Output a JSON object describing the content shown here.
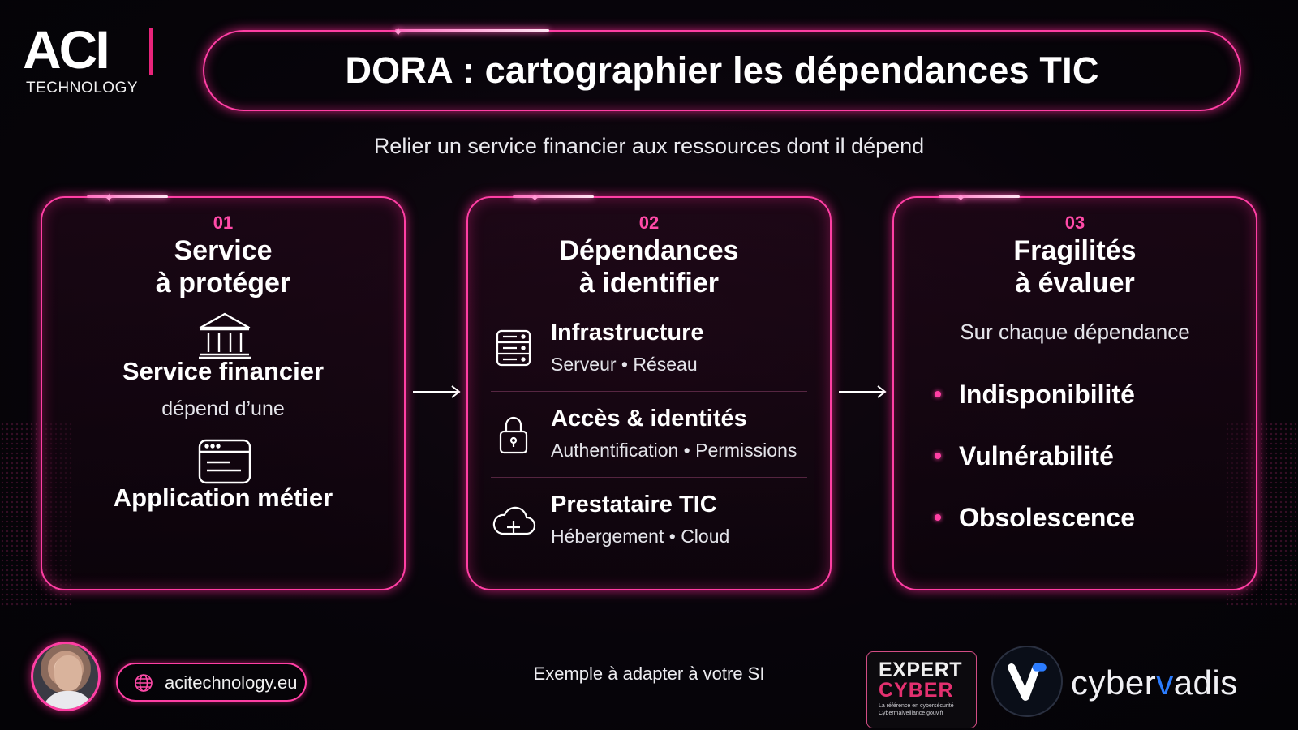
{
  "brand": {
    "logo_text": "ACI",
    "logo_subtext": "TECHNOLOGY"
  },
  "header": {
    "title": "DORA : cartographier les dépendances TIC",
    "subtitle": "Relier un service financier aux ressources dont il dépend"
  },
  "cards": [
    {
      "number": "01",
      "title_line1": "Service",
      "title_line2": "à protéger",
      "service_label": "Service financier",
      "relation_label": "dépend d’une",
      "application_label": "Application métier",
      "icons": [
        "bank-icon",
        "app-window-icon"
      ]
    },
    {
      "number": "02",
      "title_line1": "Dépendances",
      "title_line2": "à identifier",
      "items": [
        {
          "title": "Infrastructure",
          "subtitle": "Serveur • Réseau",
          "icon": "server-icon"
        },
        {
          "title": "Accès & identités",
          "subtitle": "Authentification • Permissions",
          "icon": "lock-icon"
        },
        {
          "title": "Prestataire TIC",
          "subtitle": "Hébergement • Cloud",
          "icon": "cloud-plus-icon"
        }
      ]
    },
    {
      "number": "03",
      "title_line1": "Fragilités",
      "title_line2": "à évaluer",
      "lead": "Sur chaque dépendance",
      "items": [
        "Indisponibilité",
        "Vulnérabilité",
        "Obsolescence"
      ]
    }
  ],
  "footer": {
    "url": "acitechnology.eu",
    "note": "Exemple à adapter à votre SI",
    "badge_line1": "EXPERT",
    "badge_line2": "CYBER",
    "badge_tagline": "La référence en cybersécurité Cybermalveillance.gouv.fr",
    "partner_prefix": "cyber",
    "partner_v": "v",
    "partner_suffix": "adis"
  },
  "colors": {
    "accent": "#ff3fa4",
    "background": "#07040a",
    "text": "#ffffff",
    "partner_accent": "#2b7cff"
  }
}
